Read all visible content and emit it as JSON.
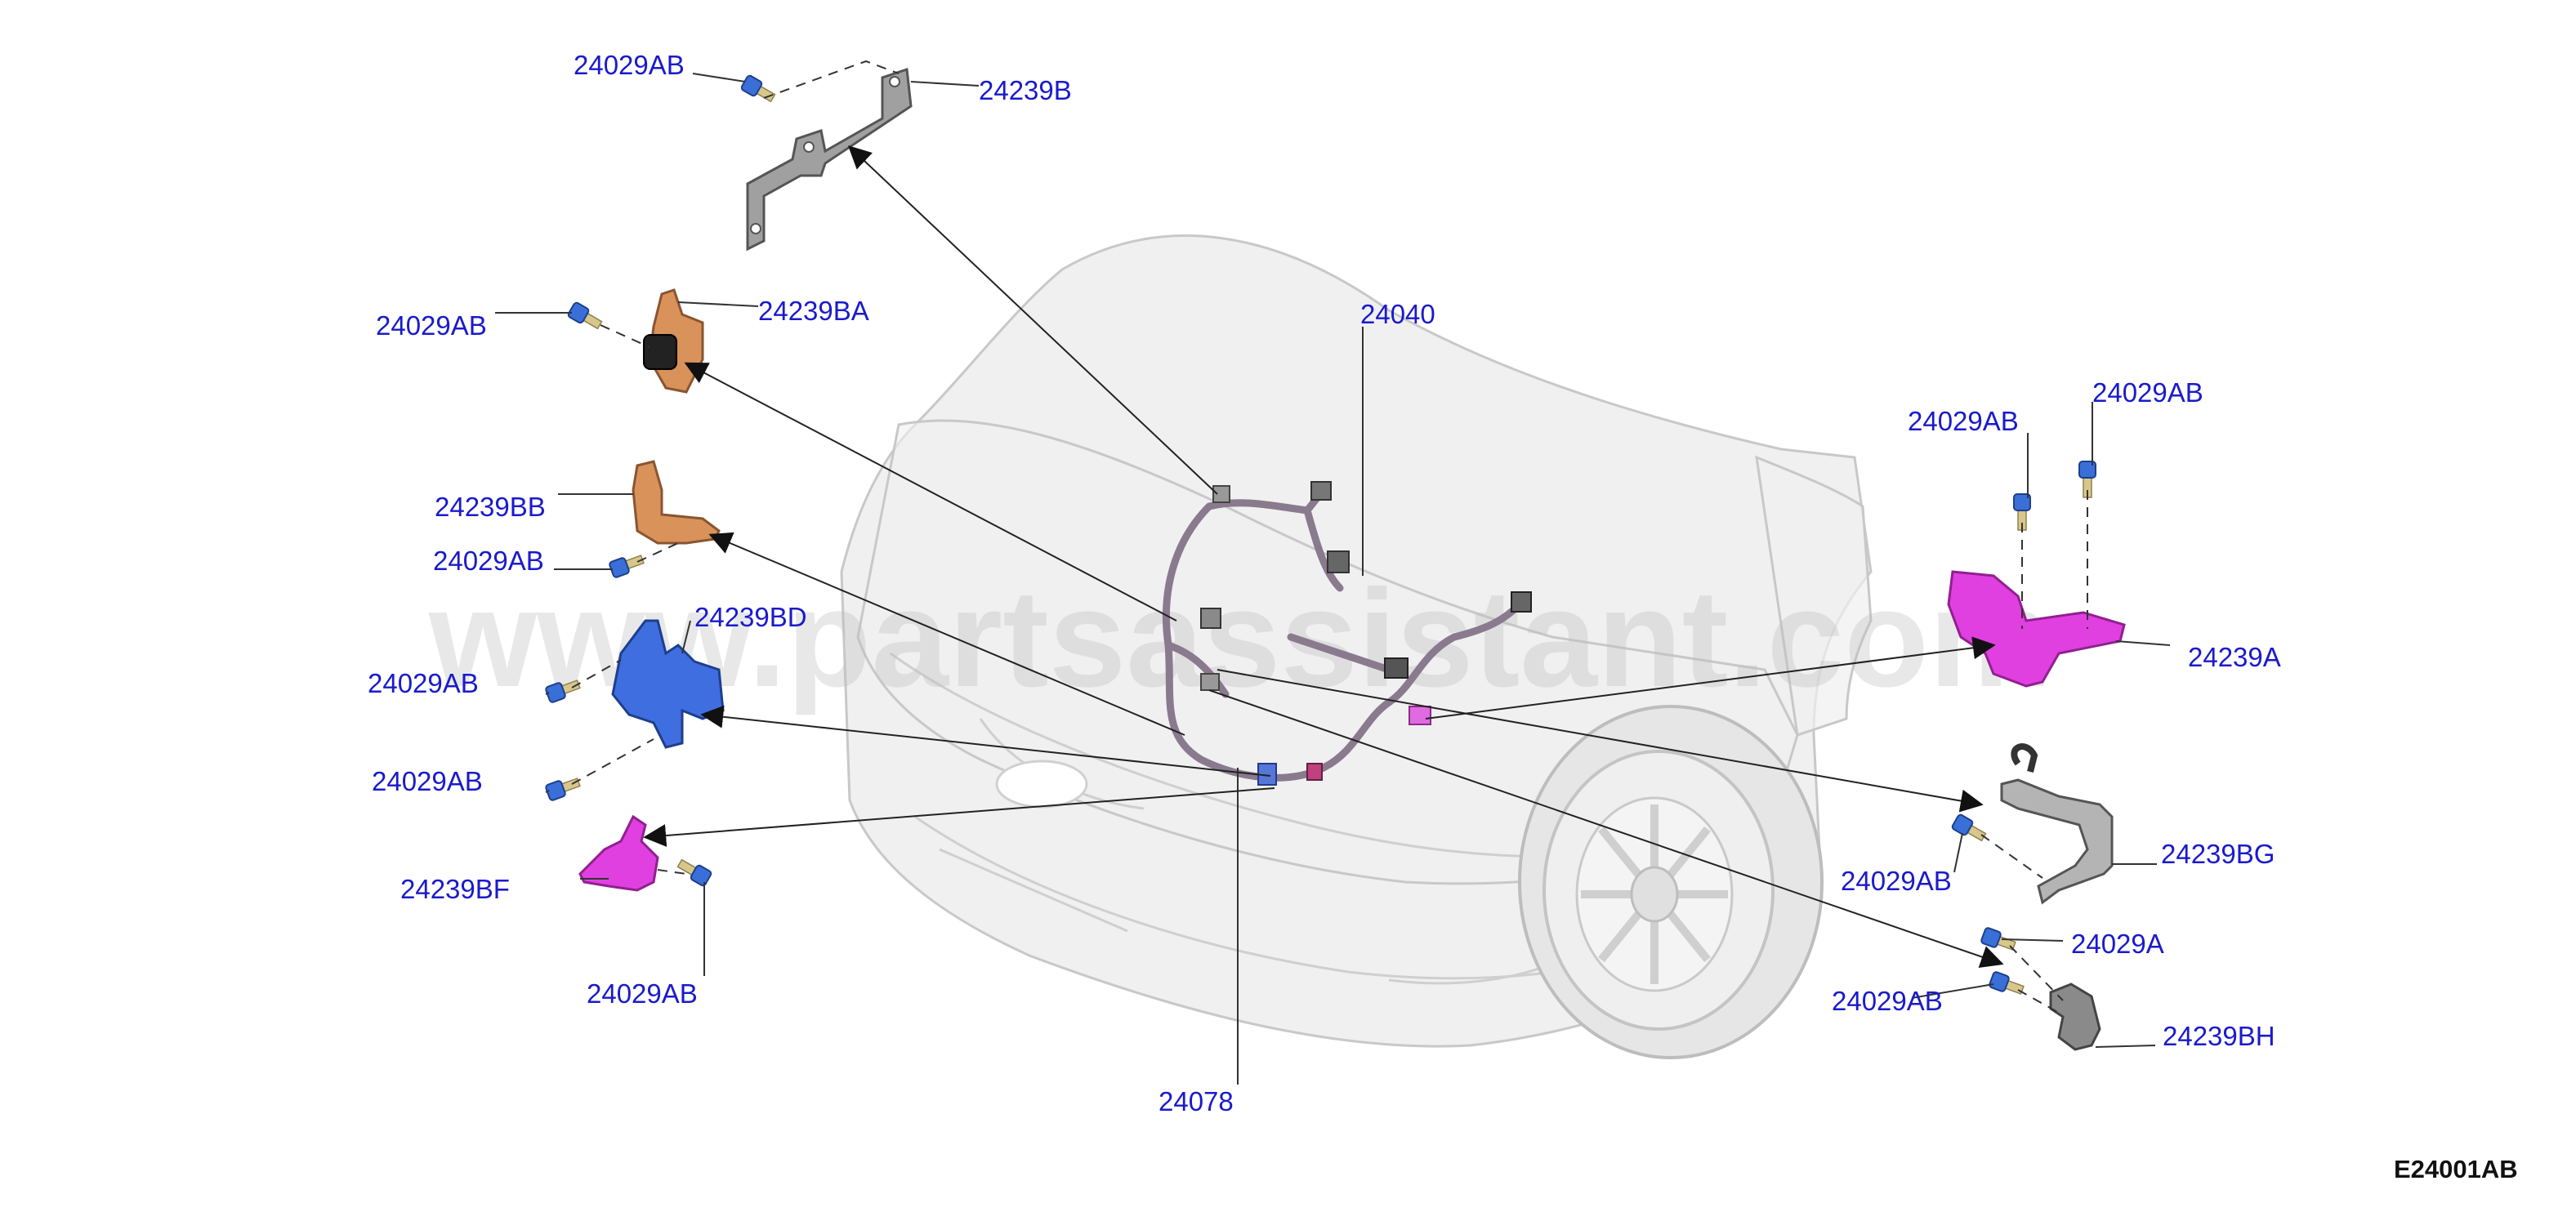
{
  "diagram": {
    "watermark": "www.partsassistant.com",
    "reference_code": "E24001AB",
    "labels": {
      "fastener_top": "24029AB",
      "bracket_24239B": "24239B",
      "fastener_ba": "24029AB",
      "bracket_24239BA": "24239BA",
      "harness_24040": "24040",
      "bracket_24239BB": "24239BB",
      "fastener_bb": "24029AB",
      "bracket_24239BD": "24239BD",
      "fastener_bd_upper": "24029AB",
      "fastener_bd_lower": "24029AB",
      "bracket_24239BF": "24239BF",
      "fastener_bf": "24029AB",
      "harness_24078": "24078",
      "fastener_a_left": "24029AB",
      "fastener_a_right": "24029AB",
      "bracket_24239A": "24239A",
      "bracket_24239BG": "24239BG",
      "fastener_bg": "24029AB",
      "fastener_24029A": "24029A",
      "fastener_bh": "24029AB",
      "bracket_24239BH": "24239BH"
    },
    "colors": {
      "label_text": "#1a1acc",
      "bracket_gray": "#9a9a9a",
      "bracket_orange": "#d8925a",
      "bracket_blue": "#3f6ee0",
      "bracket_magenta": "#e040e0",
      "fastener_blue": "#3a6fd8",
      "harness": "#8a7a8e"
    }
  }
}
